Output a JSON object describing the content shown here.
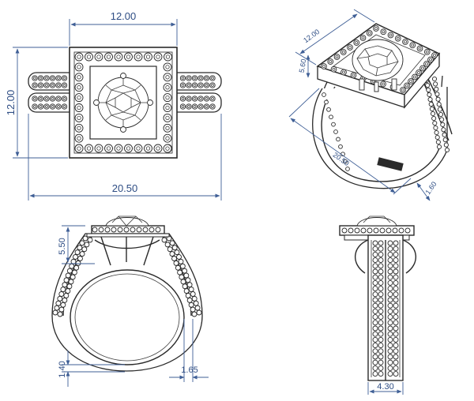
{
  "top_view": {
    "width_label": "12.00",
    "height_label": "12.00",
    "overall_label": "20.50"
  },
  "iso_view": {
    "halo_label": "12.00",
    "height_label": "5.60",
    "overall_label": "20.50",
    "band_label": "1.60"
  },
  "front_view": {
    "height_label": "5.50",
    "shank_label": "1.40",
    "width_label": "1.65"
  },
  "side_view": {
    "width_label": "4.30"
  },
  "colors": {
    "dimension": "#3f5f96",
    "ink": "#2a2a2a"
  }
}
